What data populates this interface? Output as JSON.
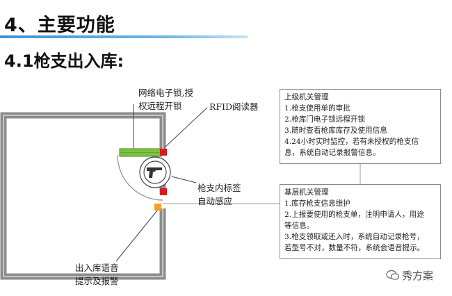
{
  "section_title": "4、主要功能",
  "subsection_title": "4.1枪支出入库:",
  "labels": {
    "network_lock": [
      "网络电子锁,授",
      "权远程开锁"
    ],
    "rfid_reader": "RFID阅读器",
    "gun_tag": [
      "枪支内标签",
      "自动感应"
    ],
    "voice_alarm": [
      "出入库语音",
      "提示及报警"
    ]
  },
  "upper_panel": {
    "title": "上级机关管理",
    "items": [
      "1.枪支使用单的审批",
      "2.枪库门电子锁远程开锁",
      "3.随时查看枪库库存及使用信息",
      "4.24小时实时监控，若有未授权的枪支信",
      "息，系统自动记录报警信息。"
    ]
  },
  "lower_panel": {
    "title": "基层机关管理",
    "items": [
      "1.库存枪支信息维护",
      "2.上报要使用的枪支单，注明申请人，用途",
      "等信息。",
      "3.枪支领取或还入时，系统自动记录枪号，",
      "若型号不对，数量不符，系统会语音提示。"
    ]
  },
  "watermark": "秀方案",
  "colors": {
    "wall": "#8c8c8c",
    "lock": "#7cc142",
    "sensor": "#d71920",
    "speaker": "#f5a02a",
    "accent": "#3a93d6"
  },
  "icons": {
    "gun": "pistol-icon",
    "watermark": "wechat-icon"
  }
}
